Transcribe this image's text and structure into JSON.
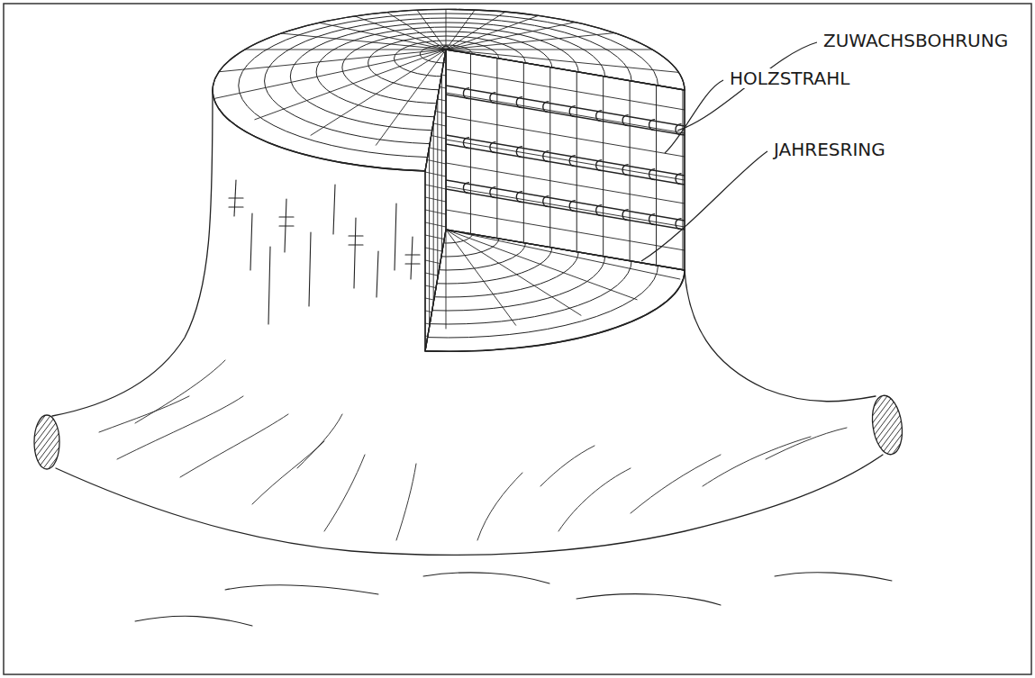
{
  "diagram": {
    "labels": [
      "ZUWACHSBOHRUNG",
      "HOLZSTRAHL",
      "JAHRESRING"
    ]
  }
}
